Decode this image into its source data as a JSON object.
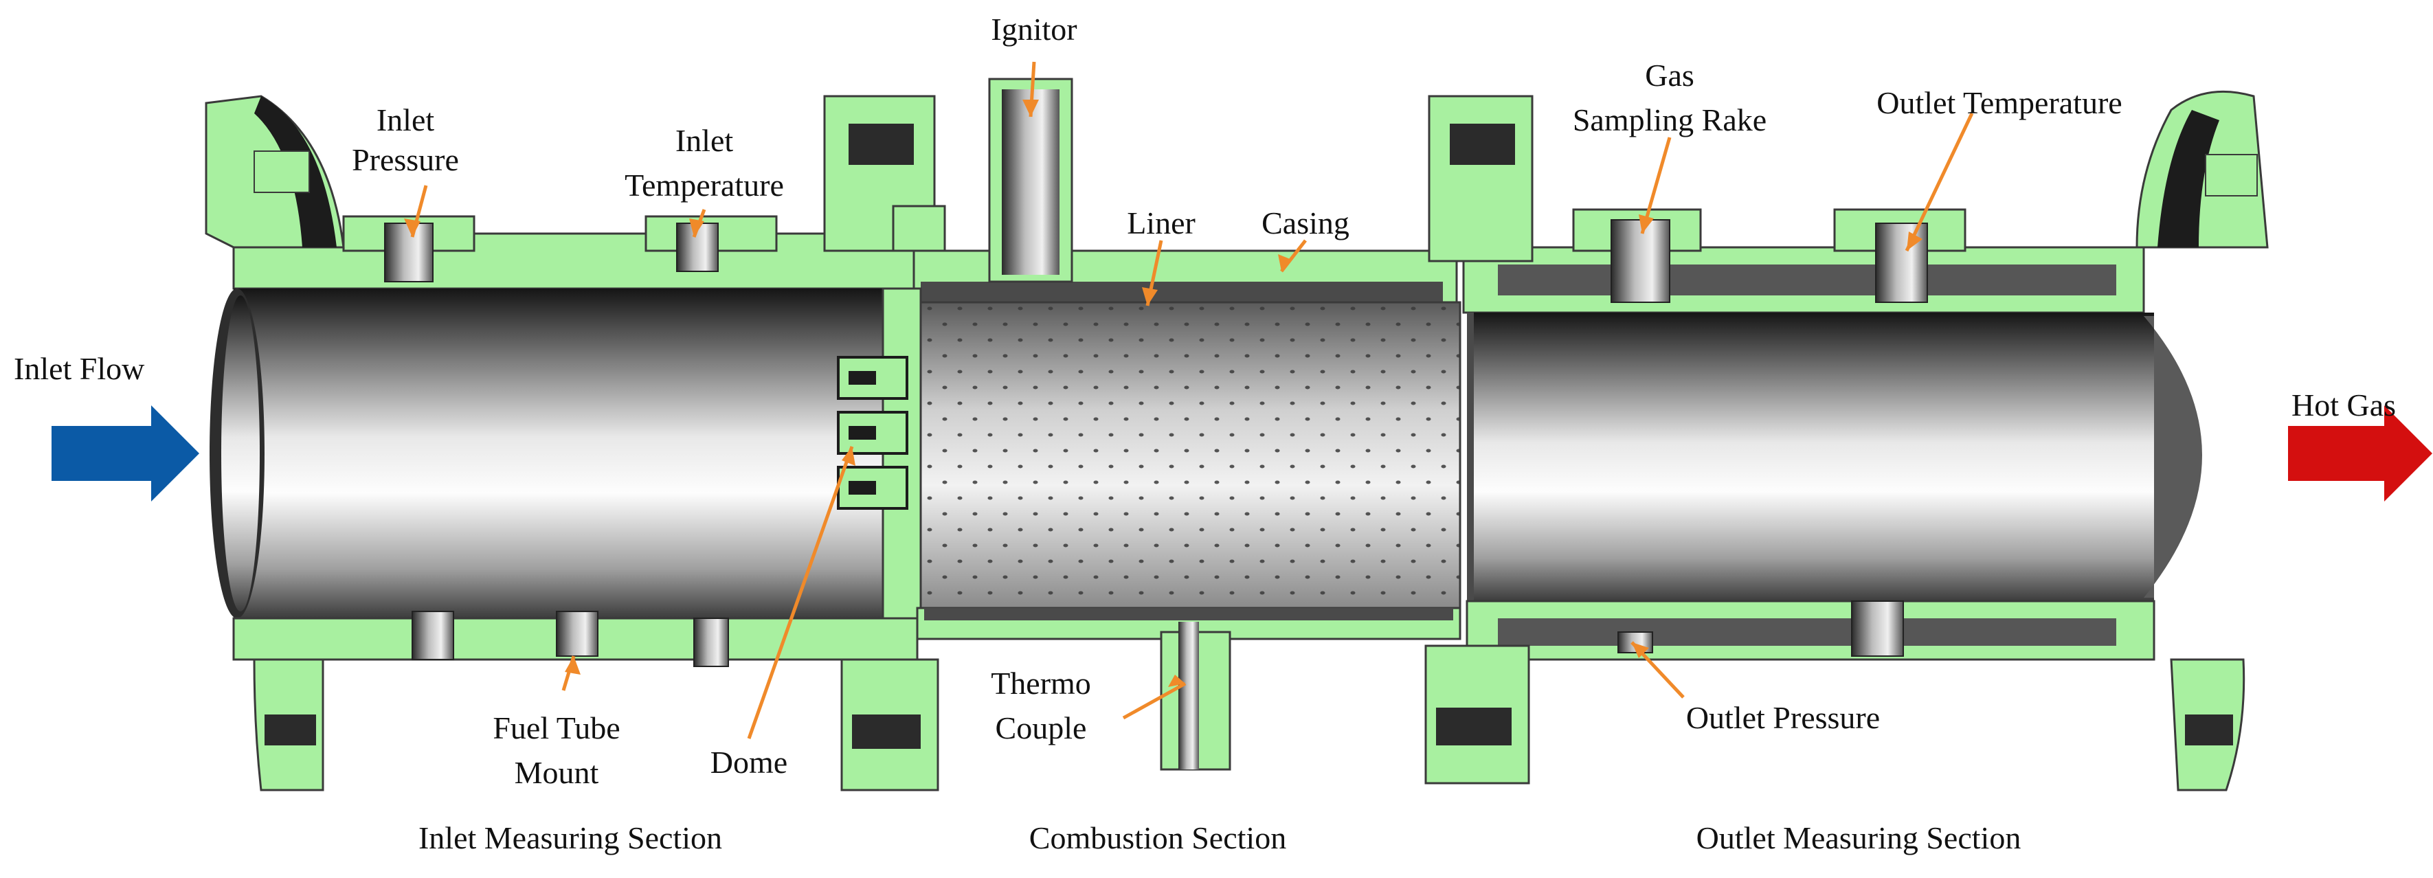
{
  "labels": {
    "inlet_flow": "Inlet Flow",
    "hot_gas": "Hot Gas",
    "inlet_pressure_1": "Inlet",
    "inlet_pressure_2": "Pressure",
    "inlet_temperature_1": "Inlet",
    "inlet_temperature_2": "Temperature",
    "ignitor": "Ignitor",
    "liner": "Liner",
    "casing": "Casing",
    "gas_sampling_rake_1": "Gas",
    "gas_sampling_rake_2": "Sampling Rake",
    "outlet_temperature": "Outlet Temperature",
    "fuel_tube_mount_1": "Fuel Tube",
    "fuel_tube_mount_2": "Mount",
    "dome": "Dome",
    "thermo_couple_1": "Thermo",
    "thermo_couple_2": "Couple",
    "outlet_pressure": "Outlet Pressure"
  },
  "sections": {
    "inlet": "Inlet Measuring Section",
    "combustion": "Combustion Section",
    "outlet": "Outlet Measuring Section"
  },
  "colors": {
    "flange_green": "#a8f0a0",
    "inlet_arrow": "#0b5aa6",
    "hot_gas_arrow": "#d40f0f",
    "leader_orange": "#f08a2a",
    "metal_dark": "#3a3a3a"
  }
}
